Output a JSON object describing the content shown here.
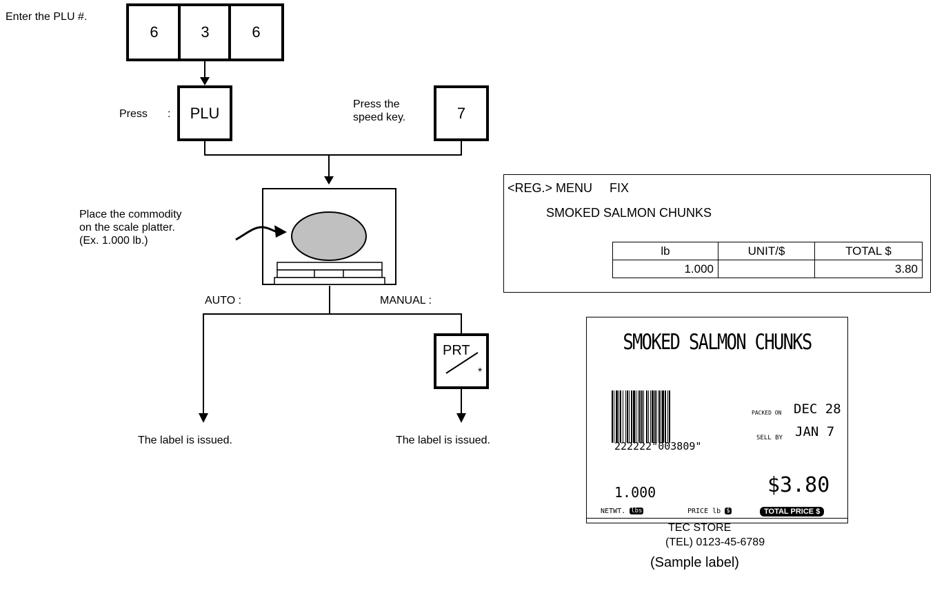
{
  "steps": {
    "enter_plu": "Enter the PLU #.",
    "plu_digits": [
      "6",
      "3",
      "6"
    ],
    "press_label": "Press",
    "press_colon": ":",
    "plu_key": "PLU",
    "speed_key_text": "Press the\nspeed key.",
    "speed_key": "7",
    "place_commodity": "Place the commodity\non the scale platter.\n(Ex. 1.000 lb.)",
    "auto_label": "AUTO :",
    "manual_label": "MANUAL :",
    "prt_key": "PRT",
    "prt_star": "*",
    "issued_auto": "The label is issued.",
    "issued_manual": "The label is issued."
  },
  "display": {
    "line1": "<REG.> MENU     FIX",
    "line2": "SMOKED SALMON CHUNKS",
    "headers": [
      "lb",
      "UNIT/$",
      "TOTAL $"
    ],
    "values": [
      "1.000",
      "",
      "3.80"
    ]
  },
  "sample_label": {
    "title": "SMOKED SALMON CHUNKS",
    "packed_on_label": "PACKED ON",
    "packed_on_value": "DEC 28",
    "sell_by_label": "SELL BY",
    "sell_by_value": "JAN 7",
    "barcode_digits": "222222\"003809\"",
    "weight": "1.000",
    "total_price": "$3.80",
    "netwt_label": "NETWT.",
    "netwt_badge": "lbs",
    "price_label": "PRICE",
    "price_unit": "lb",
    "price_badge": "$",
    "total_price_label": "TOTAL PRICE",
    "total_price_badge": "$",
    "store": "TEC STORE",
    "tel": "(TEL) 0123-45-6789",
    "caption": "(Sample label)"
  }
}
